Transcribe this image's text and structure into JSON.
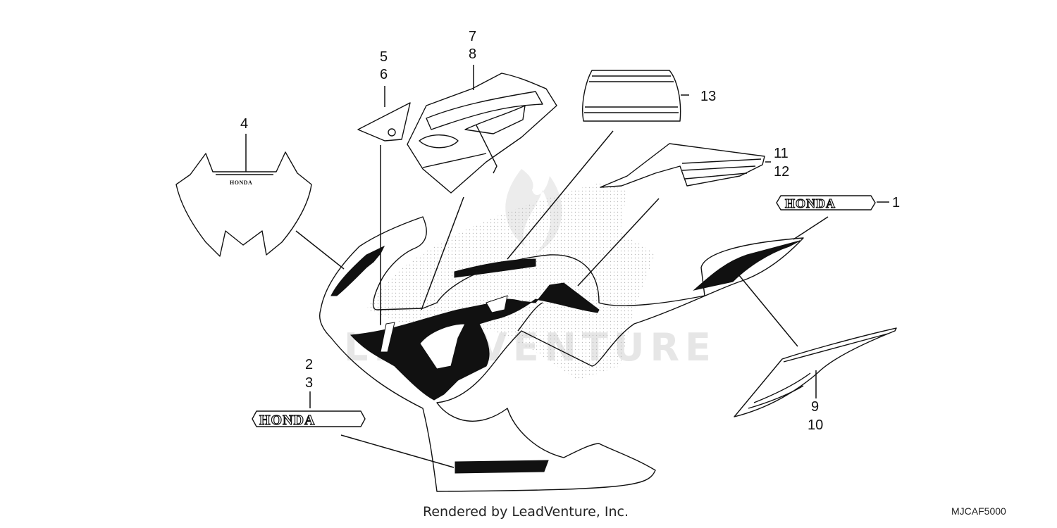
{
  "diagram": {
    "callouts": {
      "c1": "1",
      "c2": "2",
      "c3": "3",
      "c4": "4",
      "c5": "5",
      "c6": "6",
      "c7": "7",
      "c8": "8",
      "c9": "9",
      "c10": "10",
      "c11": "11",
      "c12": "12",
      "c13": "13"
    },
    "emblem_text": "HONDA",
    "watermark_text": "LEADVENTURE",
    "footer": "Rendered by LeadVenture, Inc.",
    "diagram_code": "MJCAF5000"
  }
}
